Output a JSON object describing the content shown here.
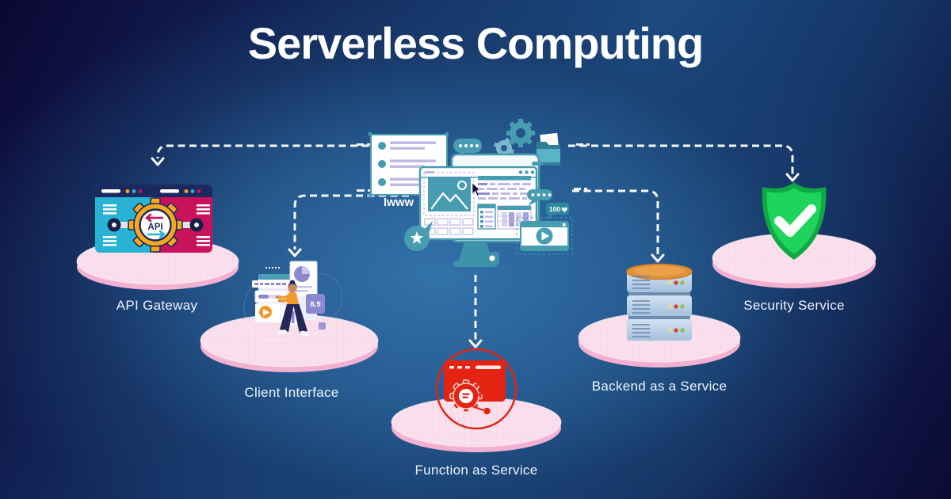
{
  "title": "Serverless Computing",
  "hub": {
    "description": "central web application illustration",
    "www_text": "Iwww",
    "likes_badge": "100"
  },
  "nodes": [
    {
      "id": "api-gateway",
      "label": "API Gateway",
      "icon": "api-gateway-gear-browser-icon",
      "icon_text": "API"
    },
    {
      "id": "client-interface",
      "label": "Client Interface",
      "icon": "person-analytics-dashboard-icon",
      "badge_text": "8,9"
    },
    {
      "id": "function-as-service",
      "label": "Function as Service",
      "icon": "red-function-browser-gear-icon"
    },
    {
      "id": "backend-as-a-service",
      "label": "Backend as a Service",
      "icon": "server-database-stack-icon"
    },
    {
      "id": "security-service",
      "label": "Security Service",
      "icon": "green-shield-check-icon"
    }
  ],
  "colors": {
    "background_center": "#2a6094",
    "background_edge": "#0d0630",
    "teal": "#479cb2",
    "platform_pink": "#fadfec",
    "platform_rim": "#f3b1d1",
    "function_red": "#e42313",
    "shield_green": "#1fd45c",
    "gear_yellow": "#f3a81f",
    "api_cyan": "#28b2d4",
    "api_crimson": "#c8135c",
    "navy": "#1b2a5e",
    "accent_purple": "#c0b9e6",
    "orange": "#f09a2e",
    "connector_white": "#f5f7fc"
  }
}
